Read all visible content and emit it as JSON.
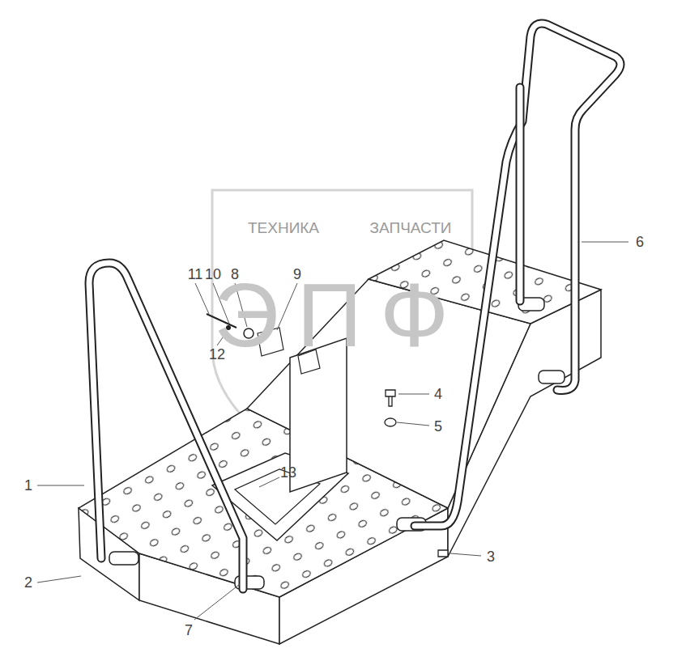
{
  "diagram": {
    "labels": [
      "ТЕХНИКА",
      "ЗАПЧАСТИ",
      "ЭПФ",
      "11",
      "10",
      "8",
      "9",
      "12",
      "4",
      "5",
      "6",
      "1",
      "13",
      "2",
      "3",
      "7"
    ]
  }
}
